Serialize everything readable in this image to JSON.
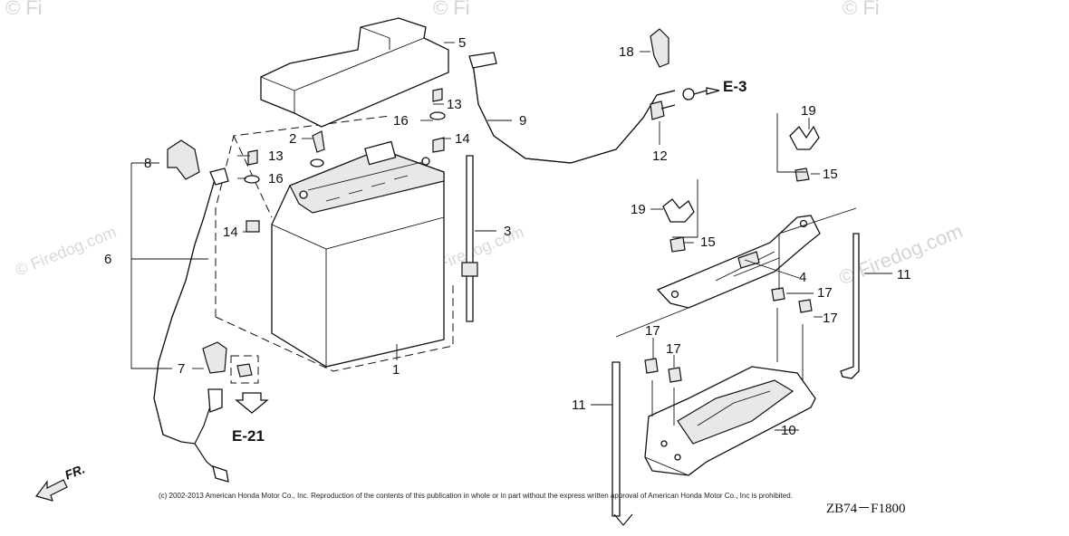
{
  "watermarks": {
    "top_left": "© Fi",
    "top_mid": "© Fi",
    "top_right": "© Fi",
    "left": "© Firedog.com",
    "center": "© Firedog.com",
    "right": "© Firedog.com"
  },
  "parts": {
    "p1": "1",
    "p2": "2",
    "p3": "3",
    "p4": "4",
    "p5": "5",
    "p6": "6",
    "p7": "7",
    "p8": "8",
    "p9": "9",
    "p10": "10",
    "p11a": "11",
    "p11b": "11",
    "p12": "12",
    "p13a": "13",
    "p13b": "13",
    "p14a": "14",
    "p14b": "14",
    "p15a": "15",
    "p15b": "15",
    "p16a": "16",
    "p16b": "16",
    "p17a": "17",
    "p17b": "17",
    "p17c": "17",
    "p17d": "17",
    "p18": "18",
    "p19a": "19",
    "p19b": "19"
  },
  "references": {
    "e3": "E-3",
    "e21": "E-21"
  },
  "direction": {
    "front": "FR."
  },
  "footer": {
    "copyright": "(c) 2002-2013 American Honda Motor Co., Inc. Reproduction of the contents of this publication in whole or in part without the express written approval of American Honda Motor Co., Inc is prohibited.",
    "drawing_code": "ZB74－F1800"
  }
}
